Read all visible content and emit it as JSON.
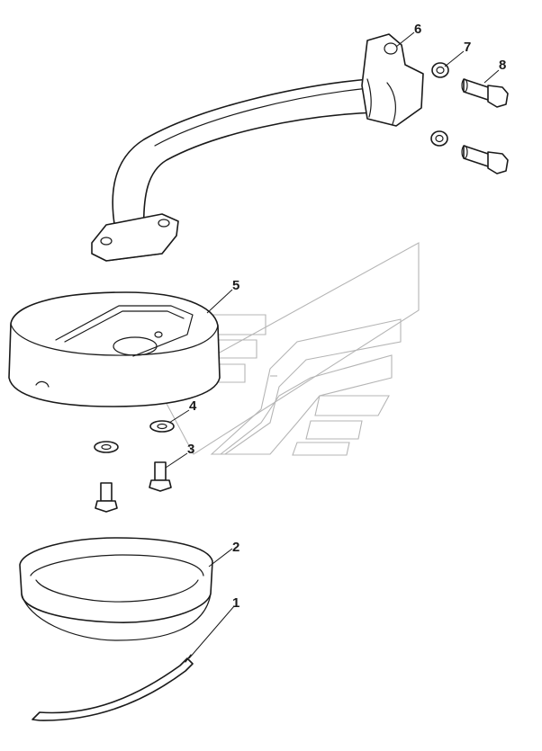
{
  "diagram": {
    "callouts": [
      {
        "id": "1",
        "label": "1"
      },
      {
        "id": "2",
        "label": "2"
      },
      {
        "id": "3",
        "label": "3"
      },
      {
        "id": "4",
        "label": "4"
      },
      {
        "id": "5",
        "label": "5"
      },
      {
        "id": "6",
        "label": "6"
      },
      {
        "id": "7",
        "label": "7"
      },
      {
        "id": "8",
        "label": "8"
      }
    ],
    "line_color": "#1a1a1a",
    "watermark_color": "#b5b5b5"
  }
}
